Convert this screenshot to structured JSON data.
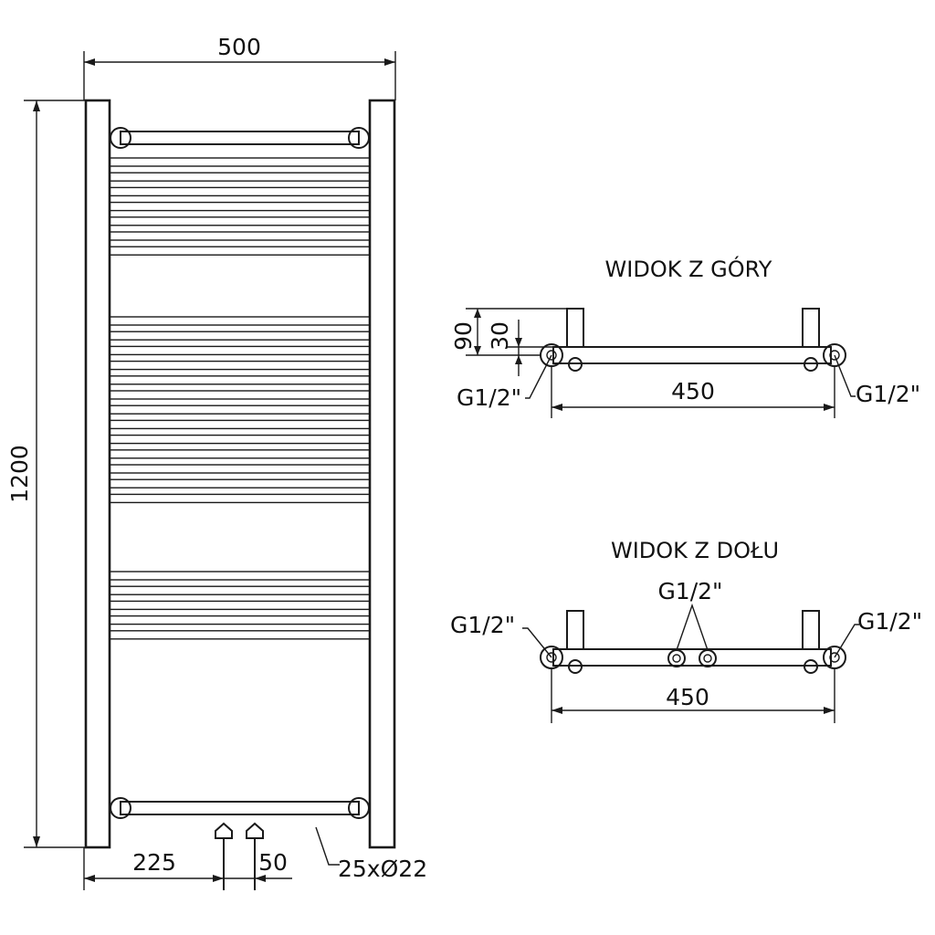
{
  "front_view": {
    "width_label": "500",
    "height_label": "1200",
    "left_offset_label": "225",
    "spacing_label": "50",
    "tubes_label": "25xØ22"
  },
  "top_view": {
    "title": "WIDOK Z GÓRY",
    "depth_total_label": "90",
    "depth_axis_label": "30",
    "thread_left_label": "G1/2\"",
    "thread_right_label": "G1/2\"",
    "span_label": "450"
  },
  "bottom_view": {
    "title": "WIDOK Z DOŁU",
    "thread_left_label": "G1/2\"",
    "thread_center_label": "G1/2\"",
    "thread_right_label": "G1/2\"",
    "span_label": "450"
  },
  "colors": {
    "line": "#1a1a1a",
    "background": "#ffffff"
  }
}
